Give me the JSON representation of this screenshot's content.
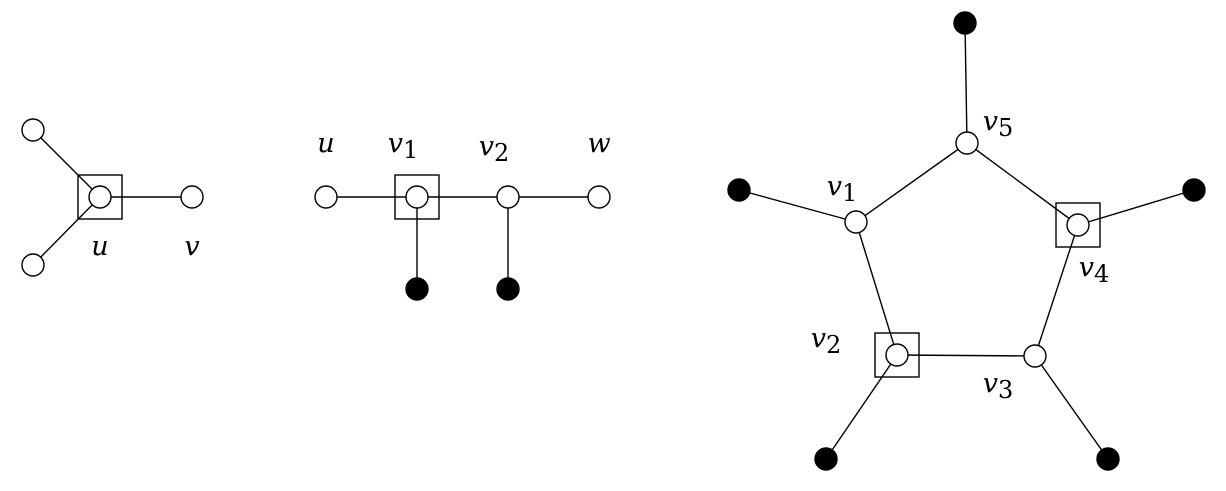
{
  "colors": {
    "stroke": "#000000",
    "open_fill": "#ffffff",
    "filled_fill": "#000000"
  },
  "figures": [
    {
      "id": "fig1",
      "nodes": [
        {
          "id": "a",
          "kind": "open"
        },
        {
          "id": "b",
          "kind": "open"
        },
        {
          "id": "u",
          "kind": "open",
          "boxed": true
        },
        {
          "id": "v",
          "kind": "open"
        }
      ],
      "edges": [
        [
          "a",
          "u"
        ],
        [
          "b",
          "u"
        ],
        [
          "u",
          "v"
        ]
      ],
      "labels": [
        {
          "for": "u",
          "text": "u",
          "sub": ""
        },
        {
          "for": "v",
          "text": "v",
          "sub": ""
        }
      ]
    },
    {
      "id": "fig2",
      "nodes": [
        {
          "id": "u",
          "kind": "open"
        },
        {
          "id": "v1",
          "kind": "open",
          "boxed": true
        },
        {
          "id": "v2",
          "kind": "open"
        },
        {
          "id": "w",
          "kind": "open"
        },
        {
          "id": "l1",
          "kind": "filled"
        },
        {
          "id": "l2",
          "kind": "filled"
        }
      ],
      "edges": [
        [
          "u",
          "v1"
        ],
        [
          "v1",
          "v2"
        ],
        [
          "v2",
          "w"
        ],
        [
          "v1",
          "l1"
        ],
        [
          "v2",
          "l2"
        ]
      ],
      "labels": [
        {
          "for": "u",
          "text": "u",
          "sub": ""
        },
        {
          "for": "v1",
          "text": "v",
          "sub": "1"
        },
        {
          "for": "v2",
          "text": "v",
          "sub": "2"
        },
        {
          "for": "w",
          "text": "w",
          "sub": ""
        }
      ]
    },
    {
      "id": "fig3",
      "nodes": [
        {
          "id": "v1",
          "kind": "open"
        },
        {
          "id": "v2",
          "kind": "open",
          "boxed": true
        },
        {
          "id": "v3",
          "kind": "open"
        },
        {
          "id": "v4",
          "kind": "open",
          "boxed": true
        },
        {
          "id": "v5",
          "kind": "open"
        },
        {
          "id": "p1",
          "kind": "filled"
        },
        {
          "id": "p2",
          "kind": "filled"
        },
        {
          "id": "p3",
          "kind": "filled"
        },
        {
          "id": "p4",
          "kind": "filled"
        },
        {
          "id": "p5",
          "kind": "filled"
        }
      ],
      "edges": [
        [
          "v1",
          "v5"
        ],
        [
          "v5",
          "v4"
        ],
        [
          "v4",
          "v3"
        ],
        [
          "v3",
          "v2"
        ],
        [
          "v2",
          "v1"
        ],
        [
          "v1",
          "p1"
        ],
        [
          "v2",
          "p2"
        ],
        [
          "v3",
          "p3"
        ],
        [
          "v4",
          "p4"
        ],
        [
          "v5",
          "p5"
        ]
      ],
      "labels": [
        {
          "for": "v1",
          "text": "v",
          "sub": "1"
        },
        {
          "for": "v2",
          "text": "v",
          "sub": "2"
        },
        {
          "for": "v3",
          "text": "v",
          "sub": "3"
        },
        {
          "for": "v4",
          "text": "v",
          "sub": "4"
        },
        {
          "for": "v5",
          "text": "v",
          "sub": "5"
        }
      ]
    }
  ]
}
